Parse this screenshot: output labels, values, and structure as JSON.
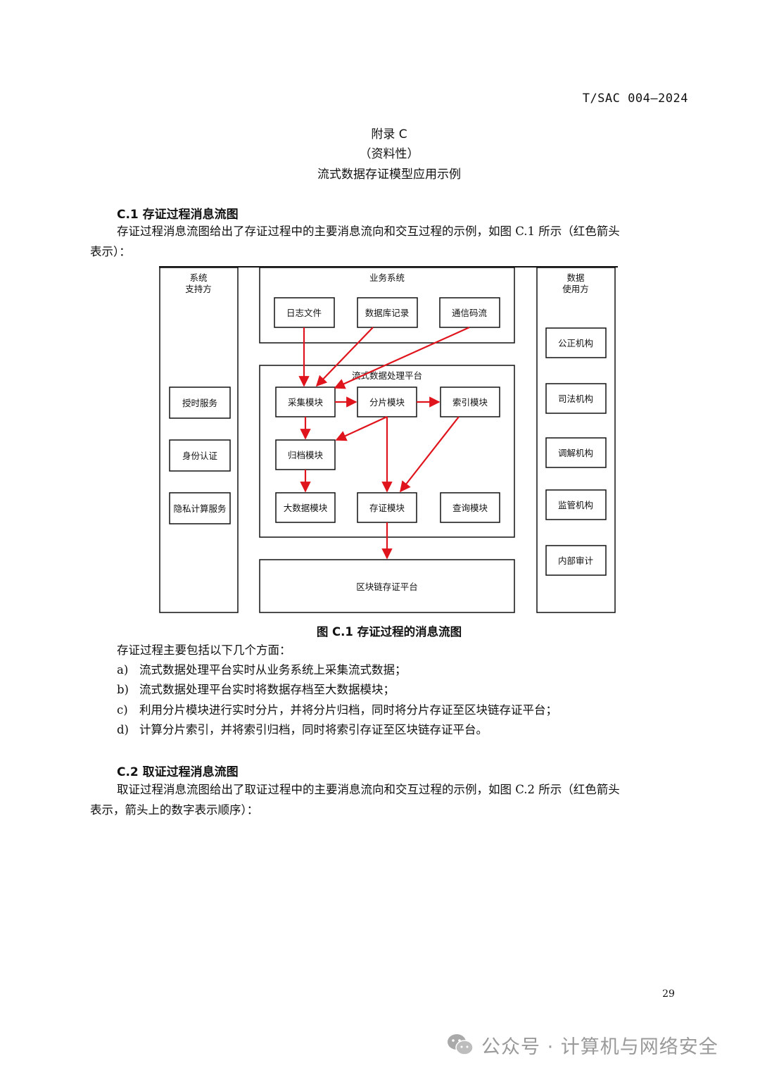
{
  "header": {
    "doc_number": "T/SAC 004—2024"
  },
  "appendix": {
    "title": "附录 C",
    "nature": "（资料性）",
    "subtitle": "流式数据存证模型应用示例"
  },
  "section1": {
    "heading": "C.1 存证过程消息流图",
    "intro_line1": "存证过程消息流图给出了存证过程中的主要消息流向和交互过程的示例，如图 C.1 所示（红色箭头",
    "intro_line2": "表示）：",
    "figure_caption": "图 C.1  存证过程的消息流图",
    "summary": "存证过程主要包括以下几个方面：",
    "items": [
      {
        "marker": "a)",
        "text": "流式数据处理平台实时从业务系统上采集流式数据；"
      },
      {
        "marker": "b)",
        "text": "流式数据处理平台实时将数据存档至大数据模块；"
      },
      {
        "marker": "c)",
        "text": "利用分片模块进行实时分片，并将分片归档，同时将分片存证至区块链存证平台；"
      },
      {
        "marker": "d)",
        "text": "计算分片索引，并将索引归档，同时将索引存证至区块链存证平台。"
      }
    ]
  },
  "section2": {
    "heading": "C.2 取证过程消息流图",
    "intro_line1": "取证过程消息流图给出了取证过程中的主要消息流向和交互过程的示例，如图 C.2 所示（红色箭头",
    "intro_line2": "表示，箭头上的数字表示顺序）："
  },
  "diagram": {
    "arrow_color": "#e0141c",
    "left_panel": {
      "line1": "系统",
      "line2": "支持方",
      "items": [
        "授时服务",
        "身份认证",
        "隐私计算服务"
      ]
    },
    "business": {
      "title": "业务系统",
      "items": [
        "日志文件",
        "数据库记录",
        "通信码流"
      ]
    },
    "platform": {
      "title": "流式数据处理平台",
      "collect": "采集模块",
      "shard": "分片模块",
      "index": "索引模块",
      "archive": "归档模块",
      "bigdata": "大数据模块",
      "evidence": "存证模块",
      "query": "查询模块"
    },
    "blockchain": "区块链存证平台",
    "right_panel": {
      "line1": "数据",
      "line2": "使用方",
      "items": [
        "公正机构",
        "司法机构",
        "调解机构",
        "监管机构",
        "内部审计"
      ]
    }
  },
  "footer": {
    "page_number": "29",
    "watermark": "公众号 · 计算机与网络安全"
  }
}
